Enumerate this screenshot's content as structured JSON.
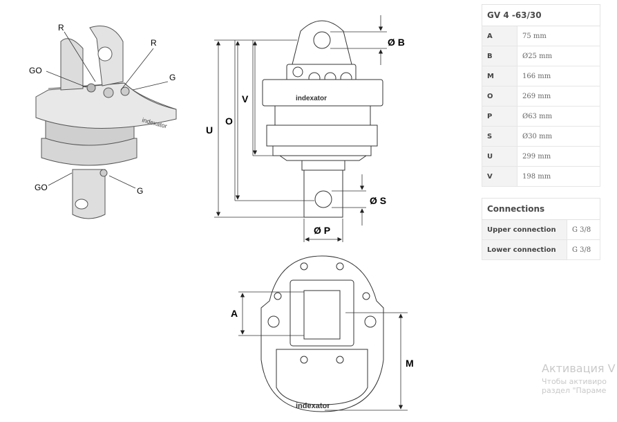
{
  "drawing": {
    "iso_callouts": {
      "r1": "R",
      "r2": "R",
      "go1": "GO",
      "g1": "G",
      "go2": "GO",
      "g2": "G"
    },
    "dims": {
      "b": "Ø B",
      "s": "Ø S",
      "p": "Ø P",
      "u": "U",
      "o": "O",
      "v": "V",
      "a": "A",
      "m": "M"
    },
    "brand": "indexator"
  },
  "spec_table": {
    "title": "GV 4 -63/30",
    "rows": [
      {
        "key": "A",
        "value": "75 mm"
      },
      {
        "key": "B",
        "value": "Ø25 mm"
      },
      {
        "key": "M",
        "value": "166 mm"
      },
      {
        "key": "O",
        "value": "269 mm"
      },
      {
        "key": "P",
        "value": "Ø63 mm"
      },
      {
        "key": "S",
        "value": "Ø30 mm"
      },
      {
        "key": "U",
        "value": "299 mm"
      },
      {
        "key": "V",
        "value": "198 mm"
      }
    ]
  },
  "connections_table": {
    "title": "Connections",
    "rows": [
      {
        "key": "Upper connection",
        "value": "G 3/8"
      },
      {
        "key": "Lower connection",
        "value": "G 3/8"
      }
    ]
  },
  "watermark": {
    "line1": "Активация V",
    "line2": "Чтобы активиро",
    "line3": "раздел \"Параме"
  }
}
